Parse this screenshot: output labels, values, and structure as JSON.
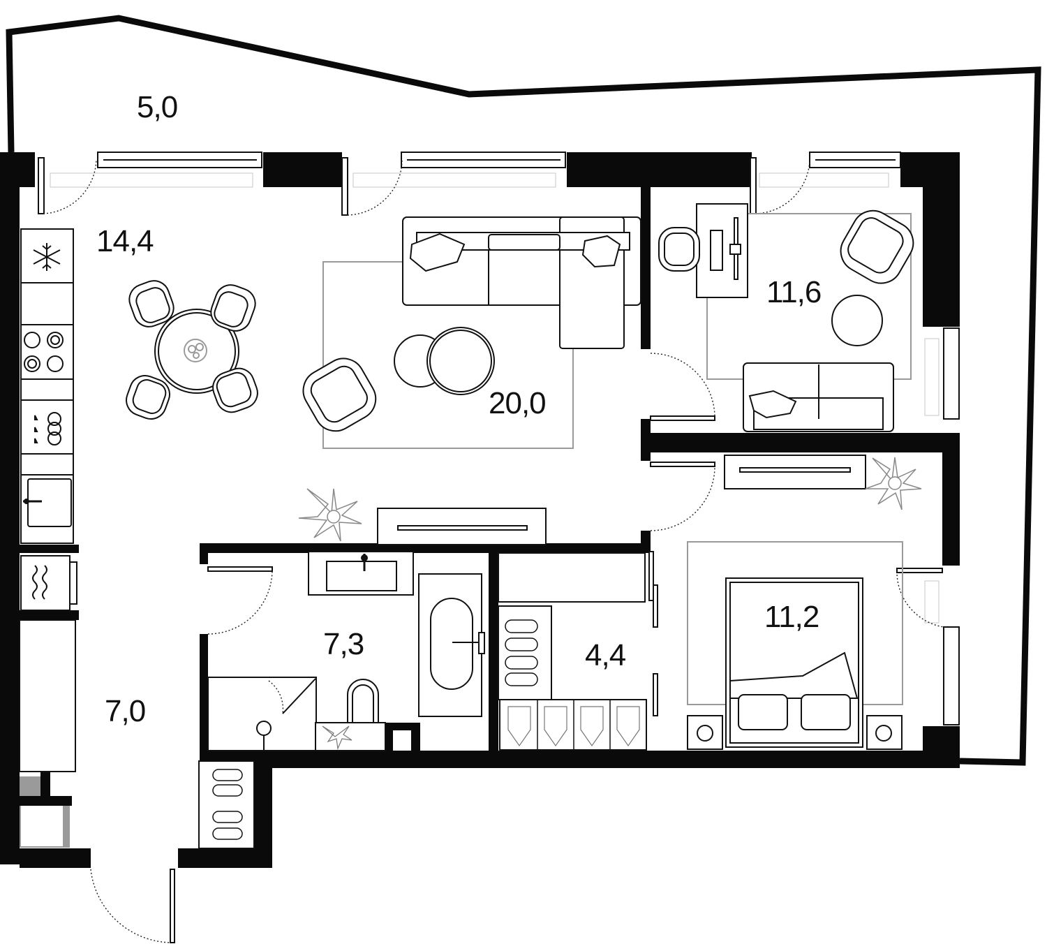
{
  "floor_plan": {
    "rooms": [
      {
        "id": "balcony",
        "area": "5,0"
      },
      {
        "id": "kitchen",
        "area": "14,4"
      },
      {
        "id": "living-room",
        "area": "20,0"
      },
      {
        "id": "bedroom-1",
        "area": "11,6"
      },
      {
        "id": "bathroom",
        "area": "7,3"
      },
      {
        "id": "wardrobe",
        "area": "4,4"
      },
      {
        "id": "bedroom-2",
        "area": "11,2"
      },
      {
        "id": "hallway",
        "area": "7,0"
      }
    ]
  }
}
